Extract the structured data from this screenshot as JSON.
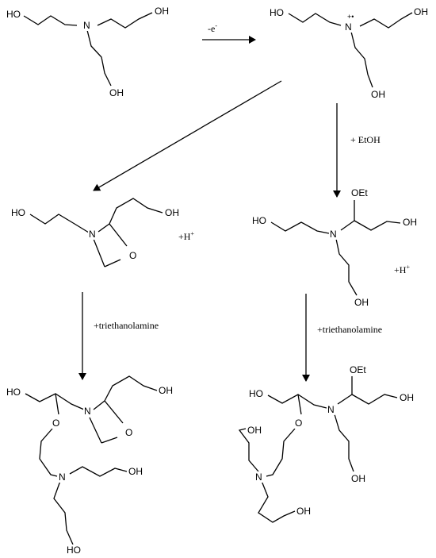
{
  "scheme": {
    "atoms": {
      "oh": "OH",
      "ho": "HO",
      "n": "N",
      "o": "O",
      "oet": "OEt",
      "radical_cation": "+•"
    },
    "labels": {
      "oxidation": "-e",
      "oxidation_sup": "-",
      "add_ethanol": "+ EtOH",
      "proton": "+H",
      "proton_sup": "+",
      "add_tea": "+triethanolamine"
    },
    "arrow_color": "#000000"
  }
}
